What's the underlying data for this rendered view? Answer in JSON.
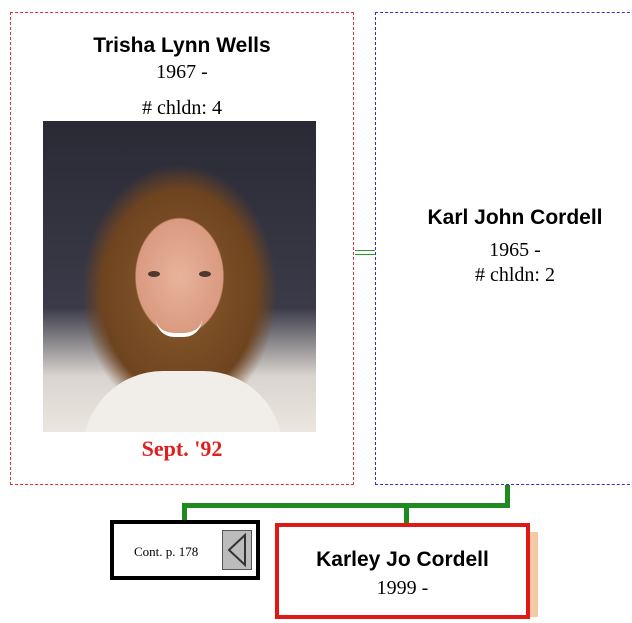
{
  "mother": {
    "name": "Trisha Lynn Wells",
    "years": "1967 -",
    "children": "# chldn: 4",
    "photo_caption": "Sept. '92"
  },
  "father": {
    "name": "Karl John Cordell",
    "years": "1965 -",
    "children": "# chldn: 2"
  },
  "continuation": {
    "label": "Cont. p. 178"
  },
  "child": {
    "name": "Karley Jo Cordell",
    "years": "1999 -"
  },
  "colors": {
    "mother_border": "#e03030",
    "father_border": "#3030c8",
    "line_color": "#1f8a1f",
    "child_border": "#e01818",
    "caption_color": "#e02020"
  }
}
